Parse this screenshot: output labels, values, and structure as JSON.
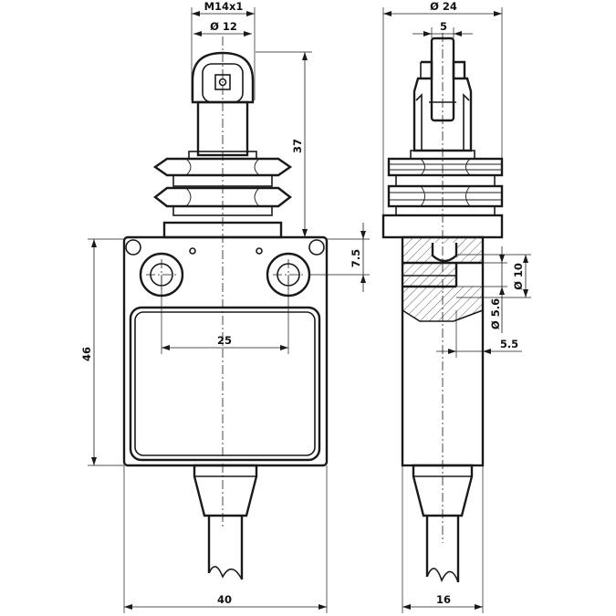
{
  "colors": {
    "line": "#1a1a1a",
    "background": "#ffffff"
  },
  "dimensions": {
    "thread": "M14x1",
    "plunger_diameter": "Ø 12",
    "actuator_height": "37",
    "body_height": "46",
    "hole_spacing": "25",
    "hole_offset": "7.5",
    "body_width": "40",
    "nut_diameter": "Ø 24",
    "roller_width": "5",
    "counterbore_diameter": "Ø 10",
    "hole_diameter": "Ø 5.6",
    "hole_depth": "5.5",
    "body_depth": "16"
  }
}
